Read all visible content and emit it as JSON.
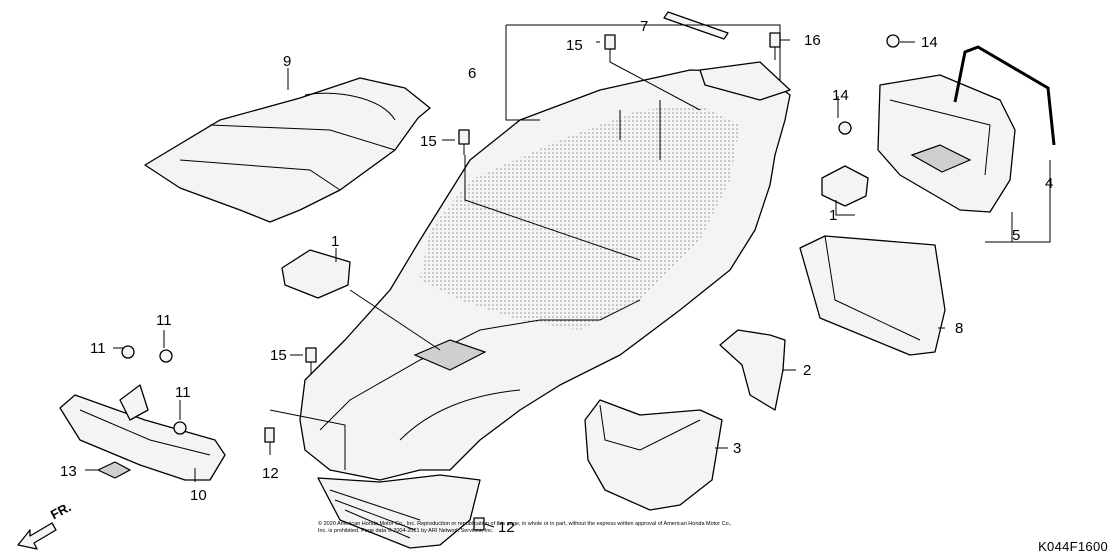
{
  "diagram": {
    "drawing_code": "K044F1600",
    "direction_label": "FR.",
    "copyright": "© 2020 American Honda Motor Co., Inc. Reproduction or republication of this page, in whole or in part, without the express written approval of American Honda Motor Co., Inc. is prohibited. Page data © 2004-2021 by ARI Network Services, Inc.",
    "callouts": {
      "c1a": "1",
      "c1b": "1",
      "c2": "2",
      "c3": "3",
      "c4": "4",
      "c5": "5",
      "c6": "6",
      "c7": "7",
      "c8": "8",
      "c9": "9",
      "c10": "10",
      "c11a": "11",
      "c11b": "11",
      "c11c": "11",
      "c12a": "12",
      "c12b": "12",
      "c13": "13",
      "c14a": "14",
      "c14b": "14",
      "c15a": "15",
      "c15b": "15",
      "c15c": "15",
      "c16": "16"
    }
  }
}
